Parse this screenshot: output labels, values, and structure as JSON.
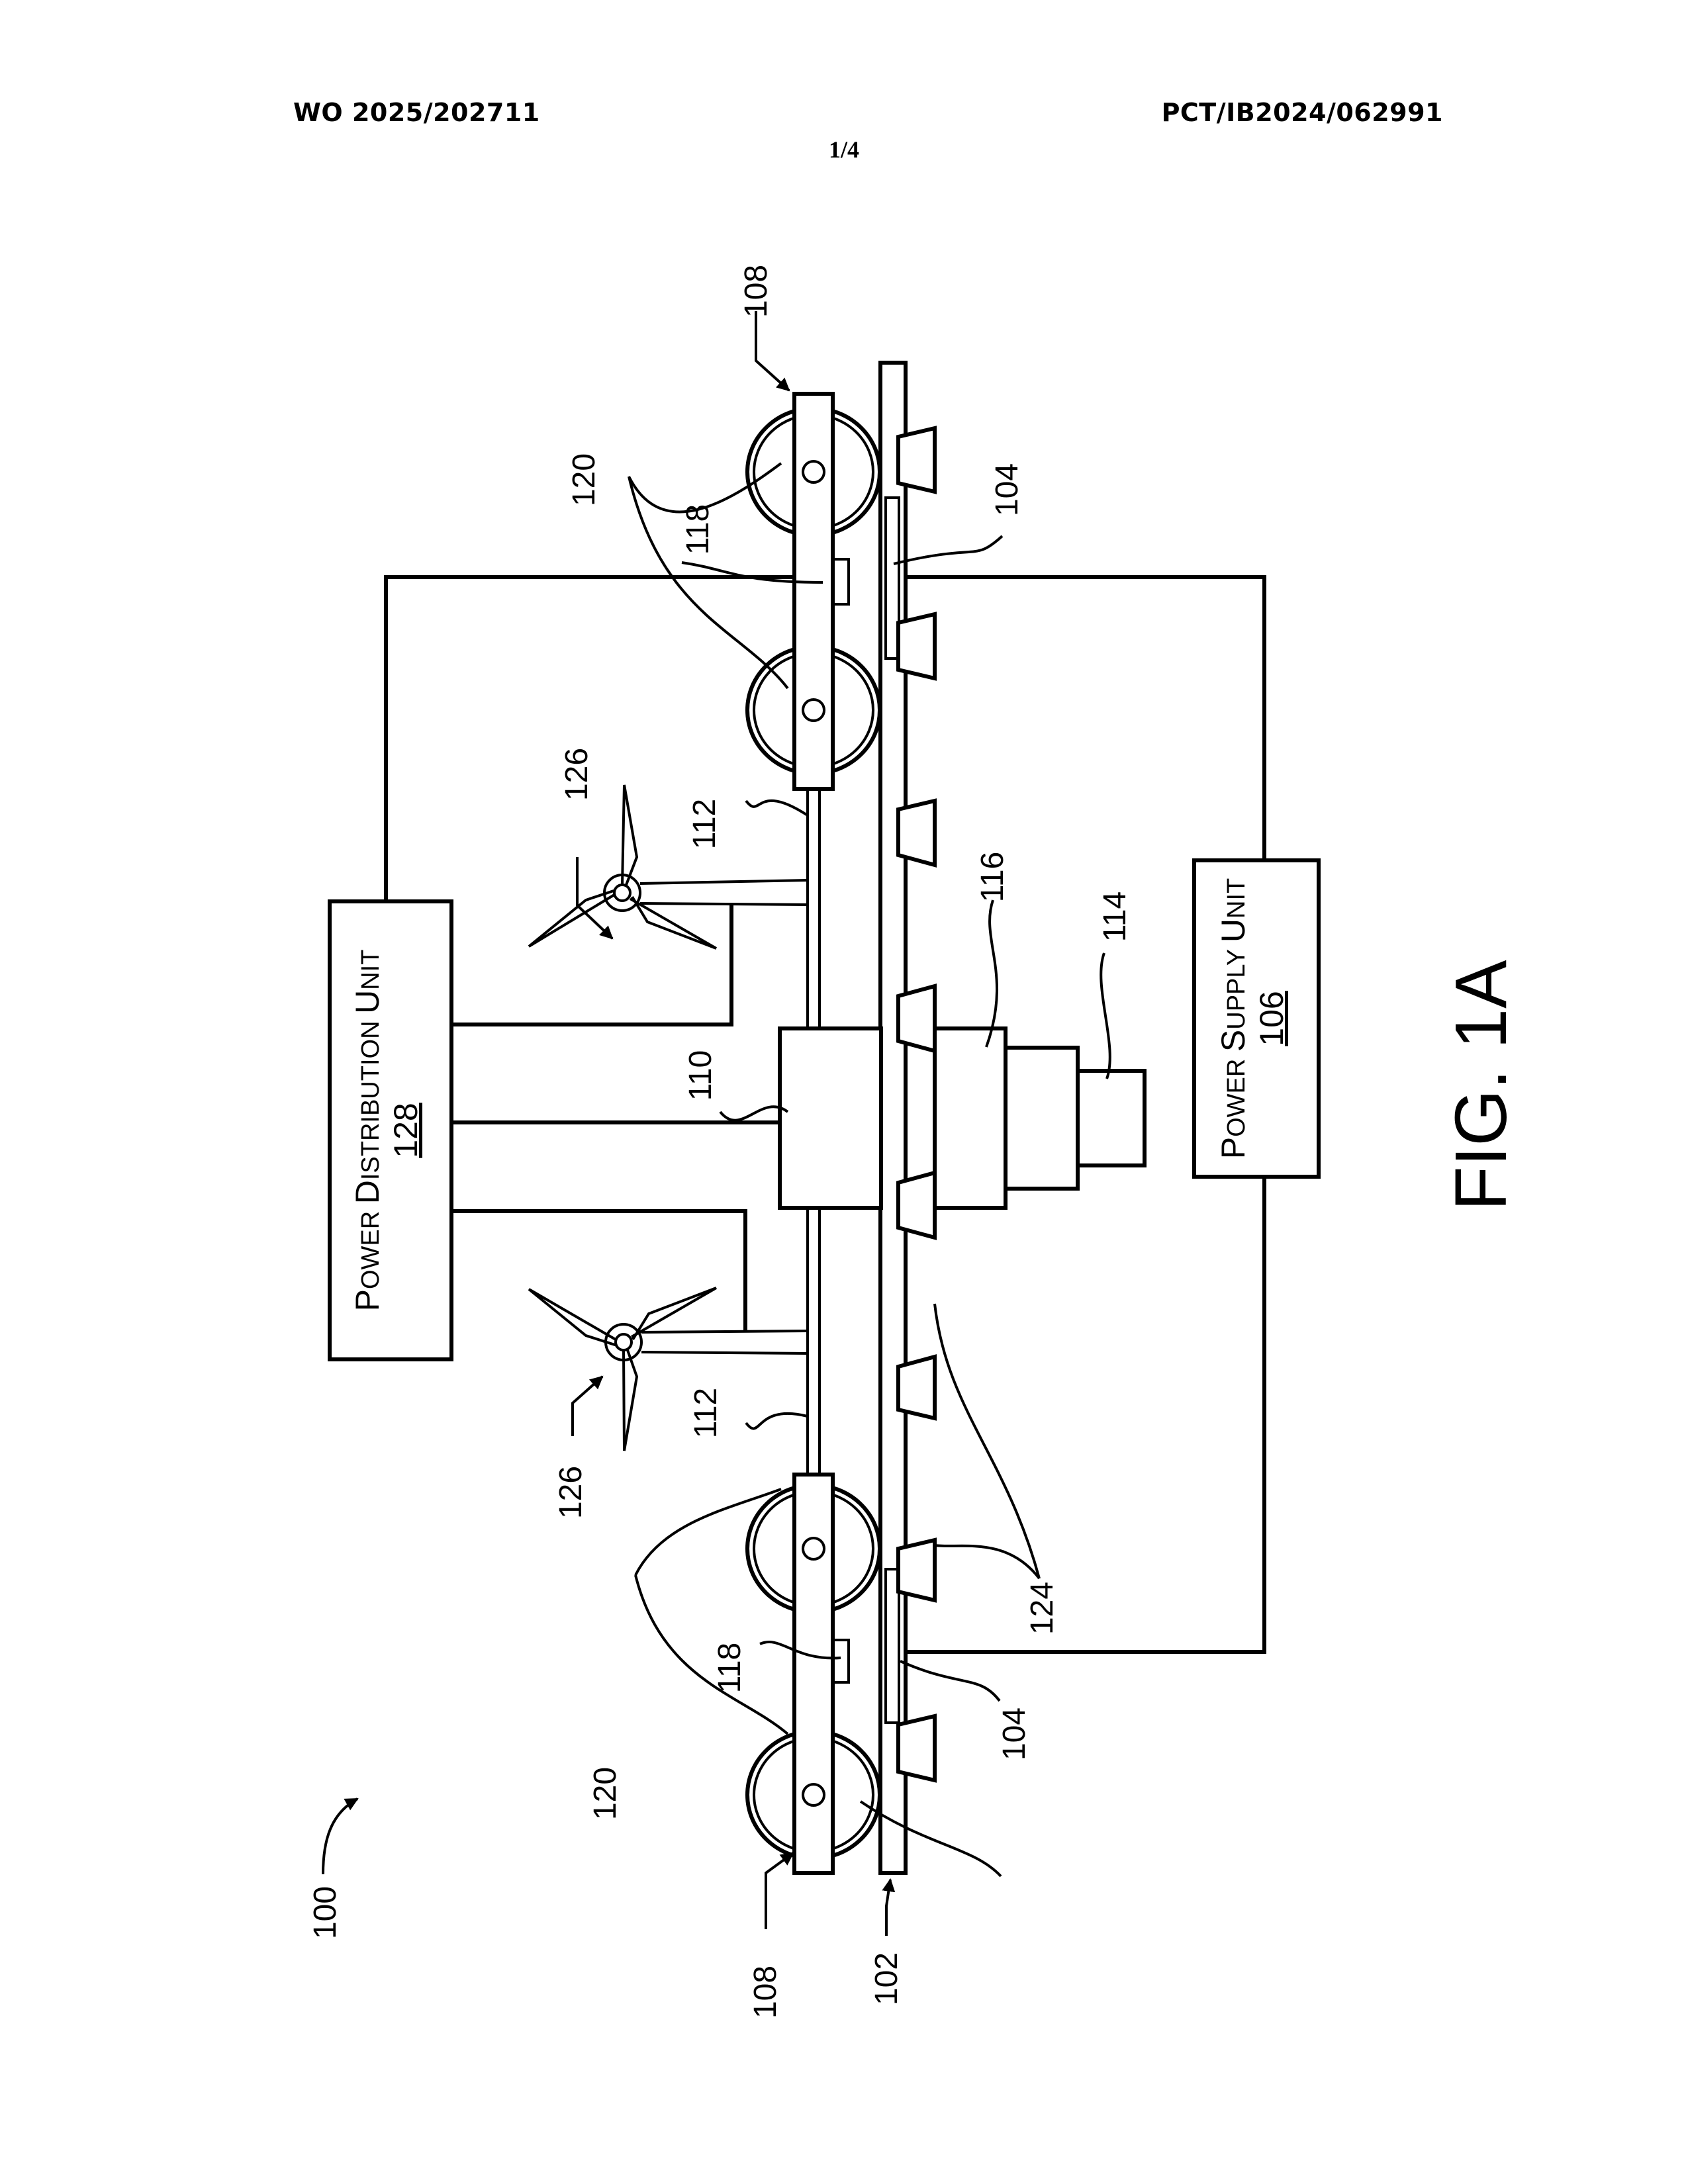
{
  "header": {
    "publication_number": "WO 2025/202711",
    "application_number": "PCT/IB2024/062991",
    "sheet": "1/4"
  },
  "figure": {
    "caption": "FIG. 1A",
    "blocks": {
      "power_distribution_unit": {
        "label_cap1": "P",
        "label_rest1": "OWER ",
        "label_cap2": "D",
        "label_rest2": "ISTRIBUTION ",
        "label_cap3": "U",
        "label_rest3": "NIT",
        "ref": "128"
      },
      "power_supply_unit": {
        "label_cap1": "P",
        "label_rest1": "OWER ",
        "label_cap2": "S",
        "label_rest2": "UPPLY ",
        "label_cap3": "U",
        "label_rest3": "NIT",
        "ref": "106"
      }
    },
    "reference_numerals": {
      "system": "100",
      "rail": "102",
      "plate_top": "104",
      "plate_bottom": "104",
      "carriage_top": "108",
      "carriage_bottom": "108",
      "central_unit": "110",
      "shaft_top": "112",
      "shaft_bottom": "112",
      "component_114": "114",
      "component_116": "116",
      "sensor_top": "118",
      "sensor_bottom": "118",
      "wheels_top": "120",
      "wheels_bottom": "120",
      "pads": "124",
      "turbine_top": "126",
      "turbine_bottom": "126"
    }
  }
}
